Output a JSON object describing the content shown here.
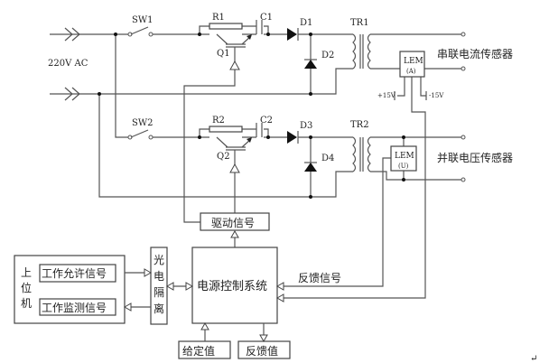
{
  "labels": {
    "sw1": "SW1",
    "sw2": "SW2",
    "r1": "R1",
    "r2": "R2",
    "c1": "C1",
    "c2": "C2",
    "q1": "Q1",
    "q2": "Q2",
    "d1": "D1",
    "d2": "D2",
    "d3": "D3",
    "d4": "D4",
    "tr1": "TR1",
    "tr2": "TR2",
    "input": "220V AC",
    "lem_a": "LEM",
    "lem_a_sub": "(A)",
    "lem_u": "LEM",
    "lem_u_sub": "(U)",
    "plus15": "+15V",
    "minus15": "-15V",
    "series_sensor": "串联电流传感器",
    "parallel_sensor": "并联电压传感器"
  },
  "blocks": {
    "drive": "驱动信号",
    "control": "电源控制系统",
    "opto": [
      "光",
      "电",
      "隔",
      "离"
    ],
    "host": [
      "上",
      "位",
      "机"
    ],
    "enable": "工作允许信号",
    "monitor": "工作监测信号",
    "feedback_signal": "反馈信号",
    "setpoint": "给定值",
    "feedback_value": "反馈值"
  },
  "return_mark": "↵"
}
